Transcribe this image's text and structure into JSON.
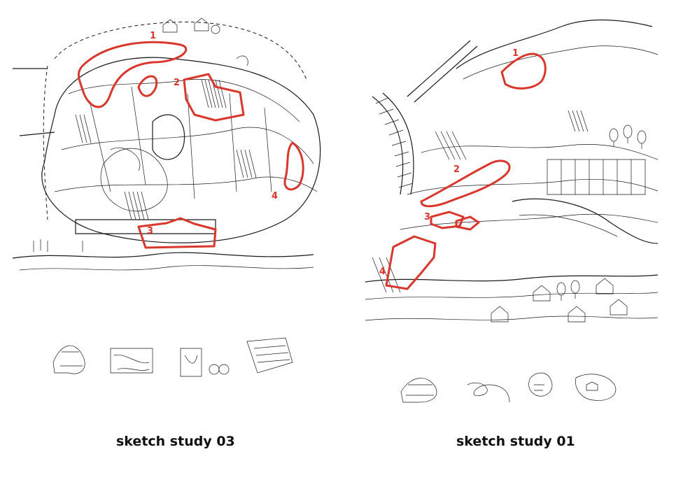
{
  "captions": {
    "left": "sketch study 03",
    "right": "sketch study 01"
  },
  "sketches": {
    "left_markers": [
      "1",
      "2",
      "3",
      "4"
    ],
    "right_markers": [
      "1",
      "2",
      "3",
      "4"
    ],
    "highlight_color": "#d9362c"
  }
}
